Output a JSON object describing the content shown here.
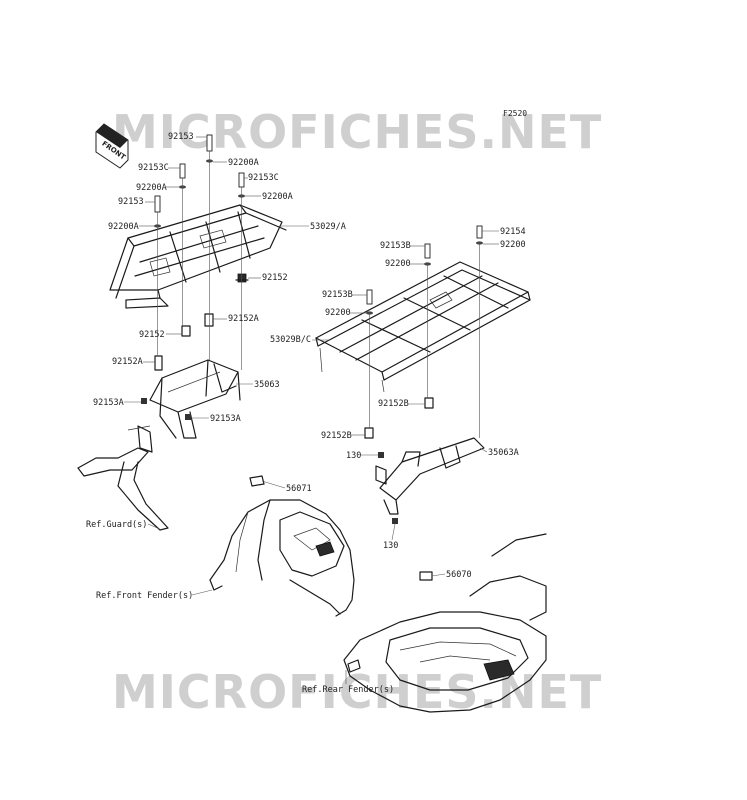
{
  "diagram_code": "F2520",
  "watermark": "MICROFICHES.NET",
  "front_arrow": "FRONT",
  "part_labels": {
    "p92153_top": "92153",
    "p92200A_top": "92200A",
    "p92153C_l": "92153C",
    "p92200A_l": "92200A",
    "p92153_l": "92153",
    "p92200A_l2": "92200A",
    "p92153C_r": "92153C",
    "p92200A_r": "92200A",
    "p53029A": "53029/A",
    "p92152_r": "92152",
    "p92152_l": "92152",
    "p92152A_r": "92152A",
    "p92152A_l": "92152A",
    "p35063": "35063",
    "p92153A_l": "92153A",
    "p92153A_r": "92153A",
    "p92154": "92154",
    "p92200_r": "92200",
    "p92153B_a": "92153B",
    "p92200_a": "92200",
    "p92153B_b": "92153B",
    "p92200_b": "92200",
    "p53029B": "53029B/C",
    "p92152B_a": "92152B",
    "p92152B_b": "92152B",
    "p130_a": "130",
    "p35063A": "35063A",
    "p130_b": "130",
    "p56071": "56071",
    "p56070": "56070"
  },
  "references": {
    "guard": "Ref.Guard(s)",
    "front_fender": "Ref.Front Fender(s)",
    "rear_fender": "Ref.Rear Fender(s)"
  }
}
